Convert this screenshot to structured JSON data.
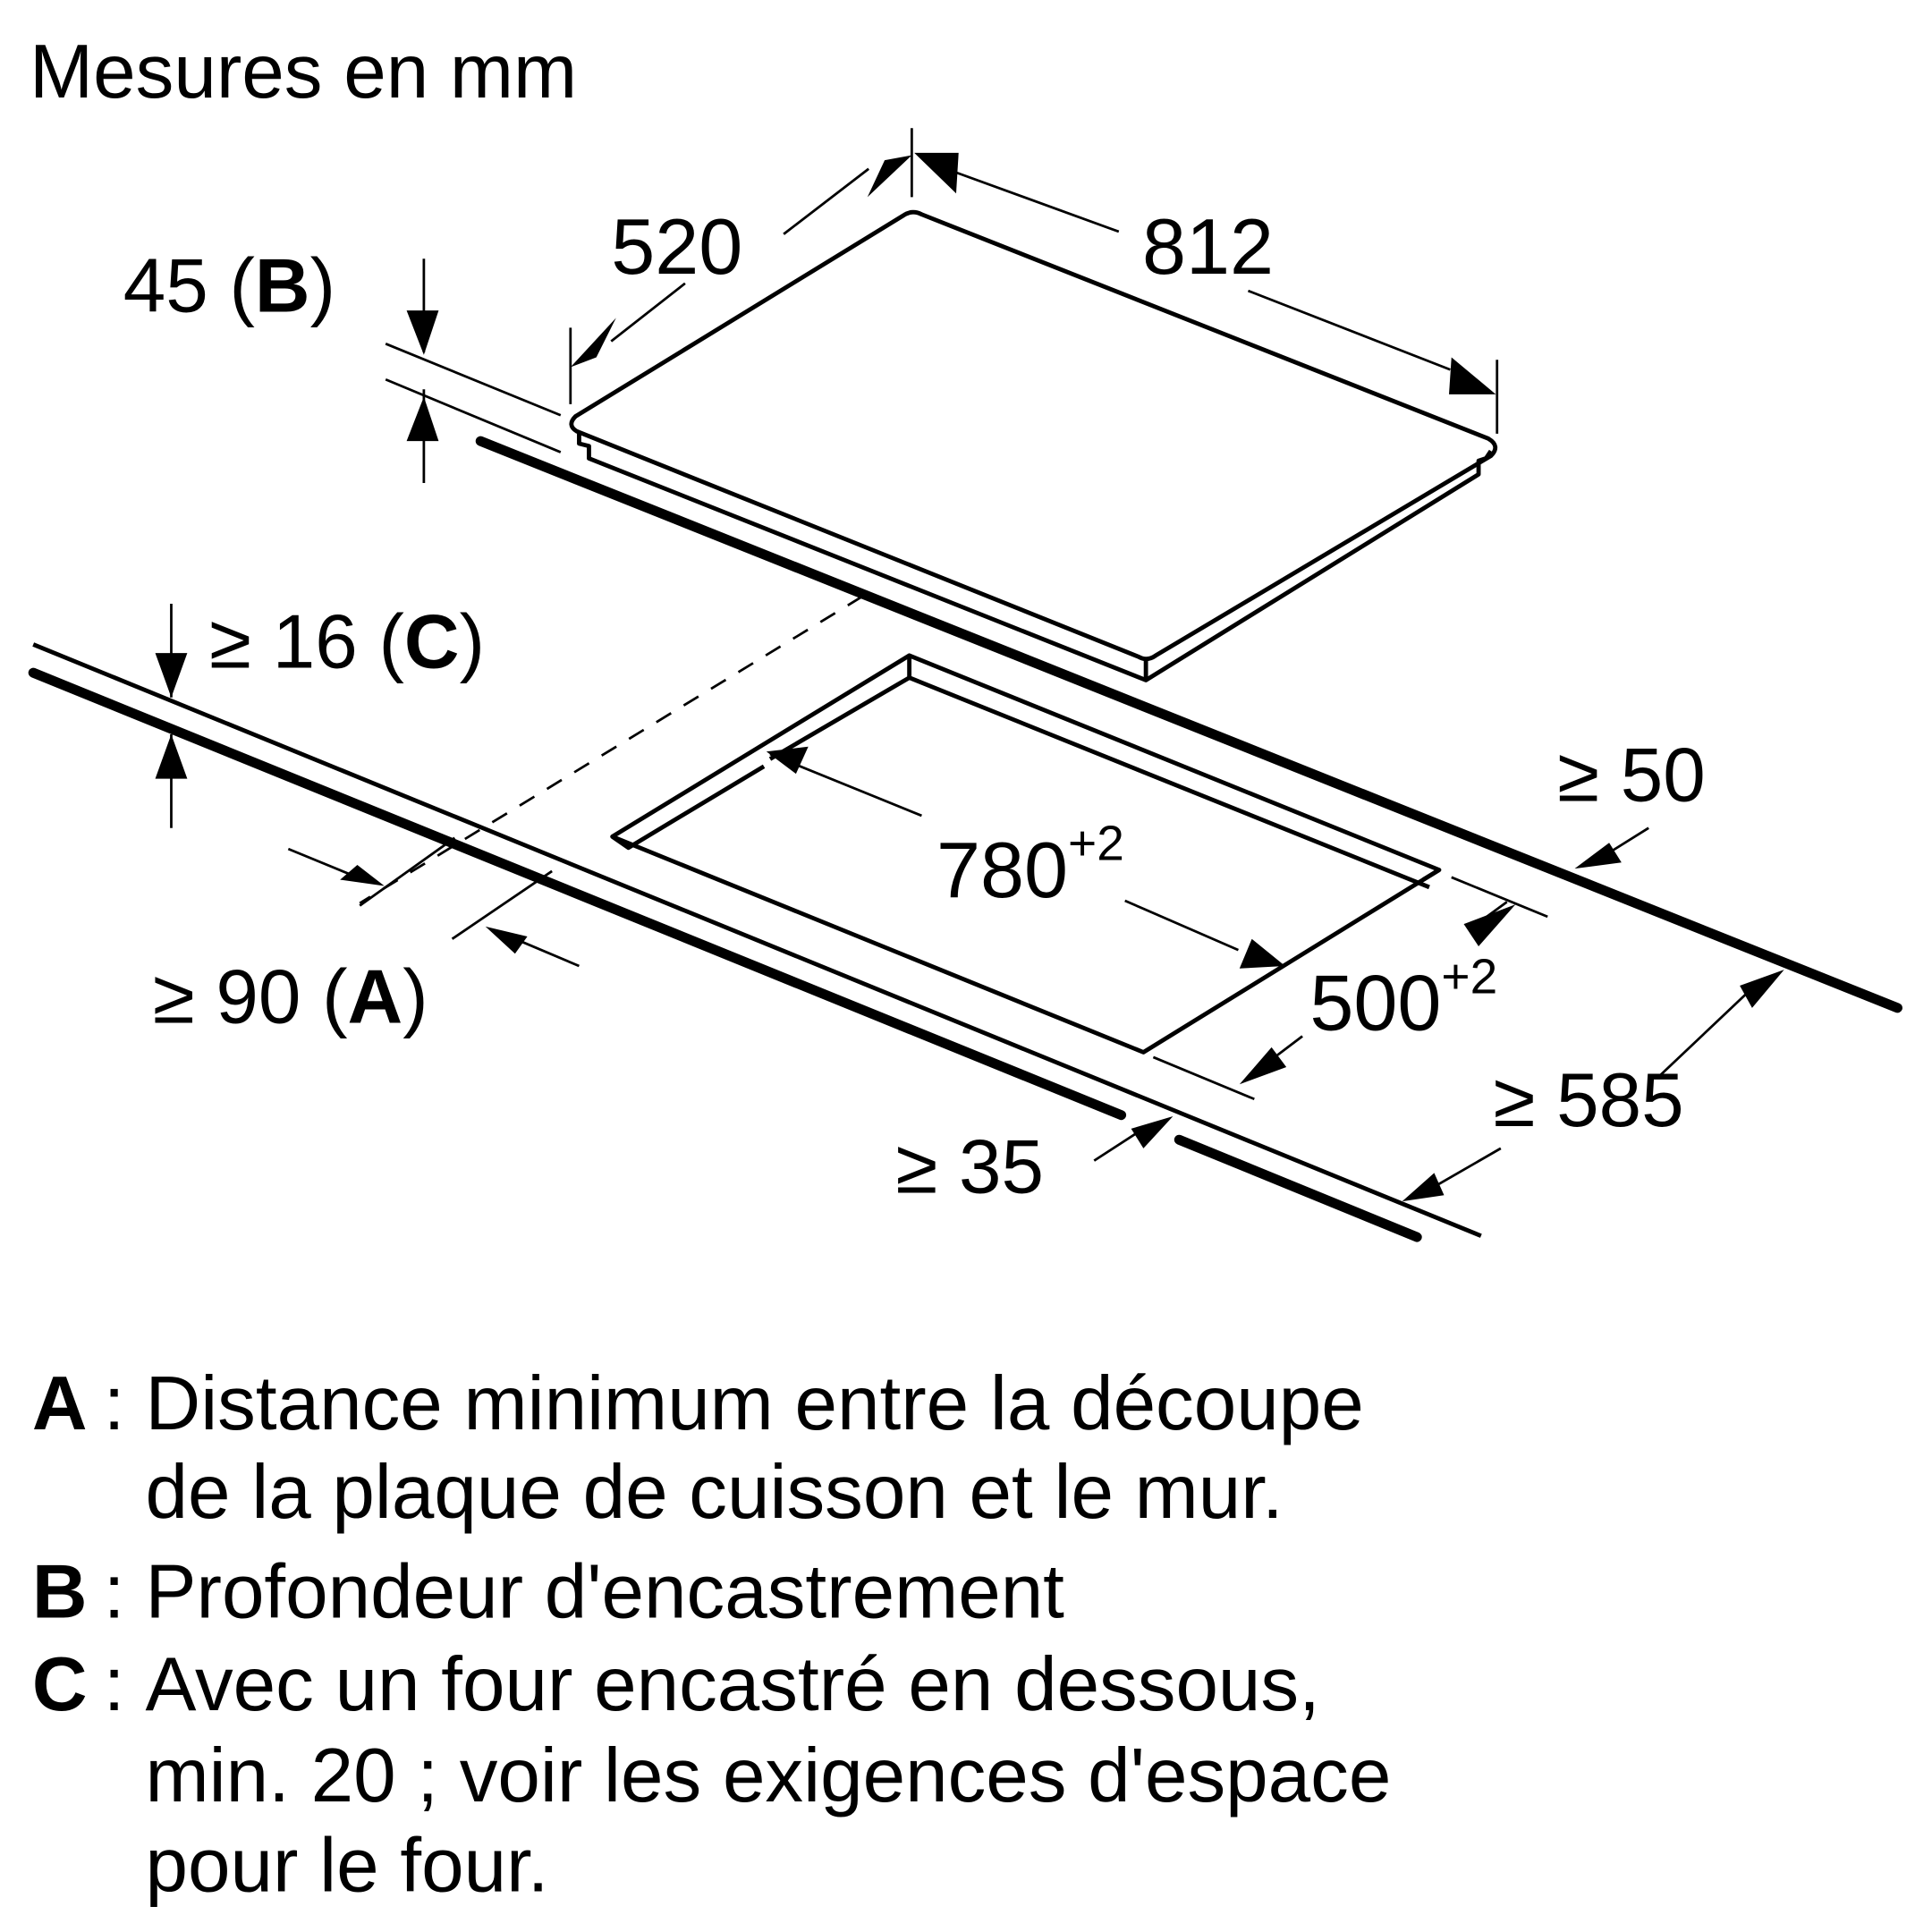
{
  "title": "Mesures en mm",
  "dimensions": {
    "hob_depth": "520",
    "hob_width": "812",
    "installation_depth": "45 (",
    "installation_depth_letter": "B",
    "installation_depth_close": ")",
    "countertop_thickness": "≥ 16 (",
    "countertop_thickness_letter": "C",
    "countertop_thickness_close": ")",
    "cutout_width": "780",
    "cutout_width_tolerance": "+2",
    "cutout_depth": "500",
    "cutout_depth_tolerance": "+2",
    "rear_distance": "≥ 50",
    "wall_distance": "≥ 90 (",
    "wall_distance_letter": "A",
    "wall_distance_close": ")",
    "front_distance": "≥ 35",
    "countertop_depth": "≥ 585"
  },
  "legend": [
    {
      "key": "A",
      "lines": [
        "Distance minimum entre la découpe",
        "de la plaque de cuisson et le mur."
      ]
    },
    {
      "key": "B",
      "lines": [
        "Profondeur d'encastrement"
      ]
    },
    {
      "key": "C",
      "lines": [
        "Avec un four encastré en dessous,",
        "min. 20 ; voir les exigences d'espace",
        "pour le four."
      ]
    }
  ],
  "legend_separator": ":"
}
